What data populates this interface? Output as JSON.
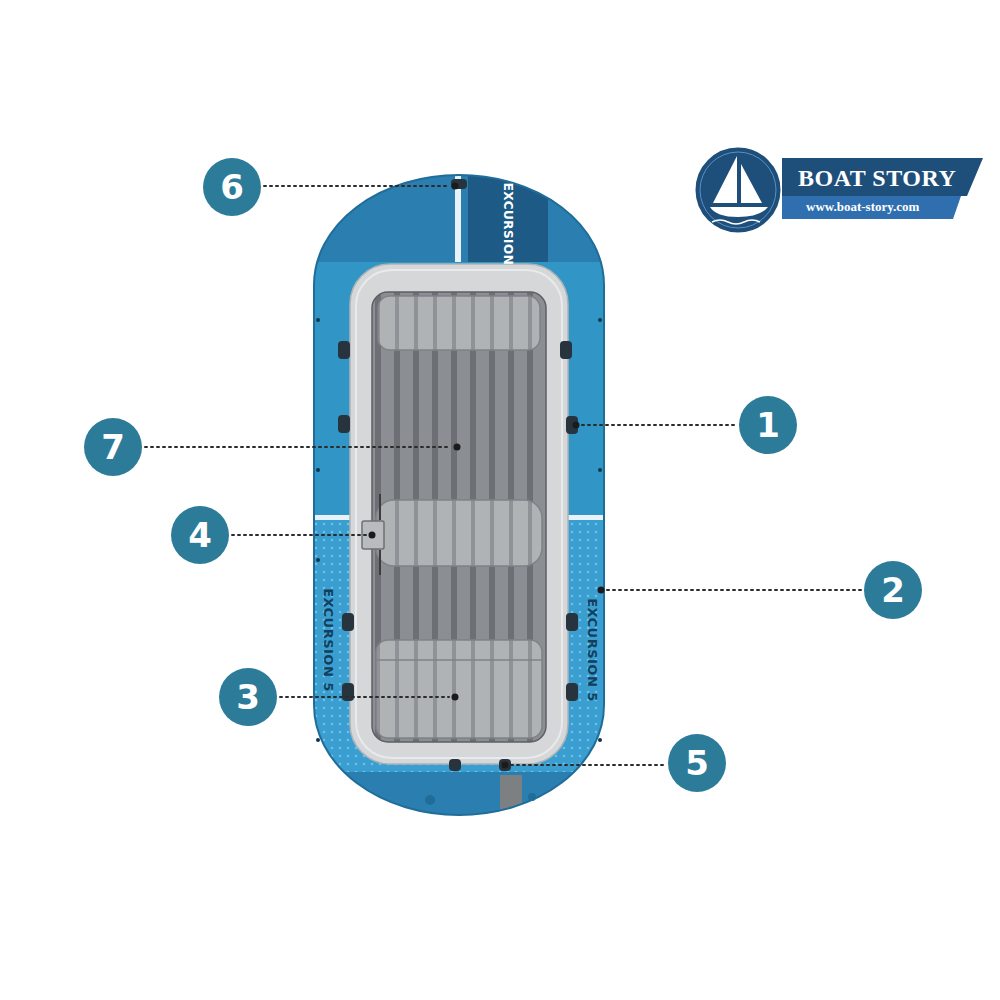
{
  "diagram": {
    "nodes": [
      {
        "text": [
          "6"
        ]
      },
      {
        "text": [
          "BOAT STORY",
          "www.boat-story.com"
        ]
      },
      {
        "text": [
          "1"
        ]
      },
      {
        "text": [
          "7"
        ]
      },
      {
        "text": [
          "4"
        ]
      },
      {
        "text": [
          "2"
        ]
      },
      {
        "text": [
          "3"
        ]
      },
      {
        "text": [
          "5"
        ]
      }
    ],
    "labels": [
      "EXCURSION",
      "EXCURSION 5",
      "EXCURSION 5"
    ]
  }
}
